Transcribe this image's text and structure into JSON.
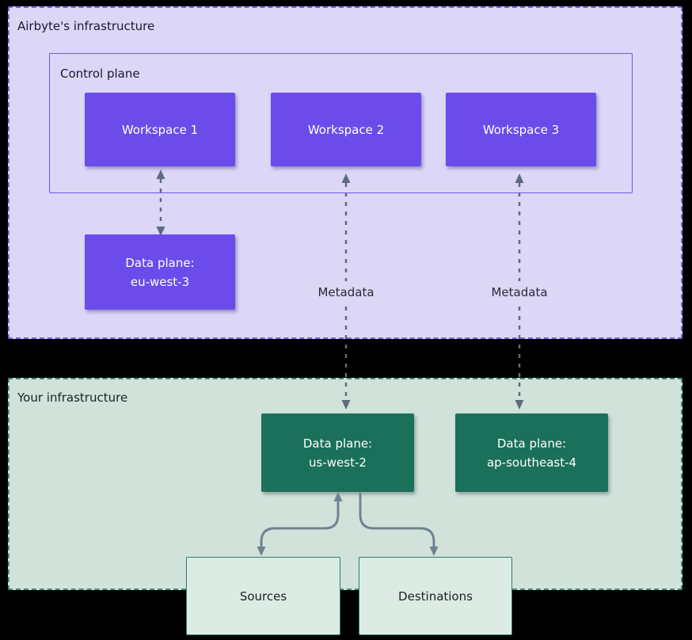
{
  "airbyte_infra": {
    "label": "Airbyte's infrastructure",
    "control_plane": {
      "label": "Control plane",
      "workspaces": [
        "Workspace 1",
        "Workspace 2",
        "Workspace 3"
      ]
    },
    "data_plane": {
      "line1": "Data plane:",
      "line2": "eu-west-3"
    }
  },
  "metadata_labels": [
    "Metadata",
    "Metadata"
  ],
  "your_infra": {
    "label": "Your infrastructure",
    "data_planes": [
      {
        "line1": "Data plane:",
        "line2": "us-west-2"
      },
      {
        "line1": "Data plane:",
        "line2": "ap-southeast-4"
      }
    ],
    "sources_label": "Sources",
    "destinations_label": "Destinations"
  },
  "colors": {
    "purple_box": "#6b4ceb",
    "teal_box": "#1b705a",
    "lavender_bg": "#dcd6f7",
    "green_bg": "#d1e2db",
    "purple_border": "#7565e0",
    "teal_border": "#3e8e72",
    "arrow_gray": "#5c6c7c",
    "solid_arrow_gray": "#6f8490"
  }
}
